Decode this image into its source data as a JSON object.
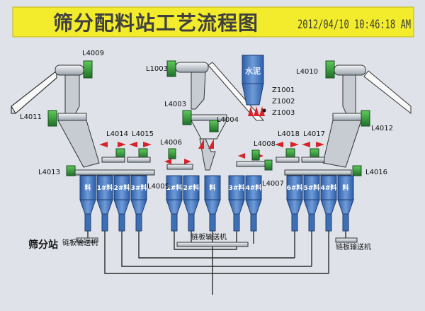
{
  "header": {
    "title": "筛分配料站工艺流程图",
    "datetime": "2012/04/10  10:46:18 AM"
  },
  "labels": {
    "site": "筛分站",
    "conveyor_left": "链板输送机",
    "conveyor_center": "链板输送机",
    "conveyor_right": "链板输送机",
    "silo_top": "水泥"
  },
  "equipment": {
    "L4009": "L4009",
    "L1003": "L1003",
    "L4010": "L4010",
    "L4011": "L4011",
    "L4012": "L4012",
    "L4003": "L4003",
    "L4004": "L4004",
    "L4014": "L4014",
    "L4015": "L4015",
    "L4006": "L4006",
    "L4008": "L4008",
    "L4018": "L4018",
    "L4017": "L4017",
    "L4013": "L4013",
    "L4016": "L4016",
    "L4005": "L4005",
    "L4007": "L4007",
    "Z1001": "Z1001",
    "Z1002": "Z1002",
    "Z1003": "Z1003"
  },
  "bins": [
    "料",
    "1#料",
    "2#料",
    "3#料",
    "1#料",
    "2#料",
    "料",
    "3#料",
    "4#料",
    "6#料",
    "5#料",
    "4#料",
    "料"
  ],
  "colors": {
    "title_bg": "#f2ec2c",
    "title_text": "#404040",
    "bin_blue": "#3d6fb5",
    "line": "#2b2b2b",
    "motor_green": "#2f8a3b",
    "arrow_red": "#d6242a",
    "background": "#dfe3e9"
  }
}
